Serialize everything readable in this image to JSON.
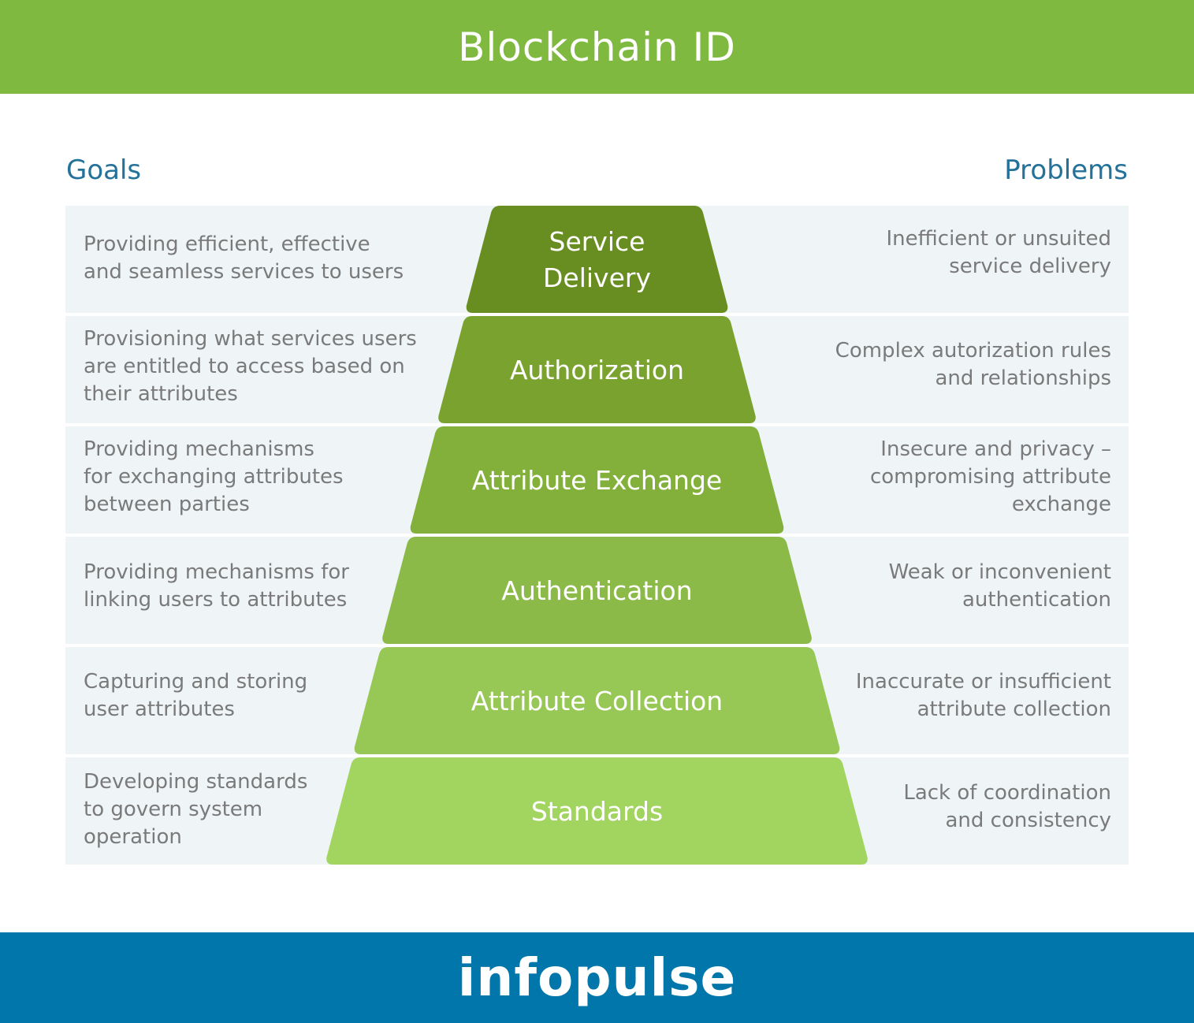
{
  "header": {
    "title": "Blockchain ID"
  },
  "columns": {
    "goals_label": "Goals",
    "problems_label": "Problems"
  },
  "tiers": [
    {
      "label_lines": [
        "Service",
        "Delivery"
      ],
      "goal": "Providing efficient, effective\nand seamless services to users",
      "problem": "Inefficient or unsuited\nservice delivery",
      "color": "#688d20"
    },
    {
      "label_lines": [
        "Authorization"
      ],
      "goal": "Provisioning what services users\nare entitled to access based on\ntheir attributes",
      "problem": "Complex autorization rules\nand relationships",
      "color": "#79a32e"
    },
    {
      "label_lines": [
        "Attribute Exchange"
      ],
      "goal": "Providing mechanisms\nfor exchanging attributes\nbetween parties",
      "problem": "Insecure and privacy –\ncompromising attribute\nexchange",
      "color": "#82b03b"
    },
    {
      "label_lines": [
        "Authentication"
      ],
      "goal": "Providing mechanisms for\nlinking users to attributes",
      "problem": "Weak or inconvenient\nauthentication",
      "color": "#8bba48"
    },
    {
      "label_lines": [
        "Attribute Collection"
      ],
      "goal": "Capturing and storing\nuser attributes",
      "problem": "Inaccurate or insufficient\nattribute collection",
      "color": "#97c755"
    },
    {
      "label_lines": [
        "Standards"
      ],
      "goal": "Developing standards\nto govern system\noperation",
      "problem": "Lack of coordination\nand consistency",
      "color": "#a2d560"
    }
  ],
  "footer": {
    "logo": "infopulse"
  }
}
